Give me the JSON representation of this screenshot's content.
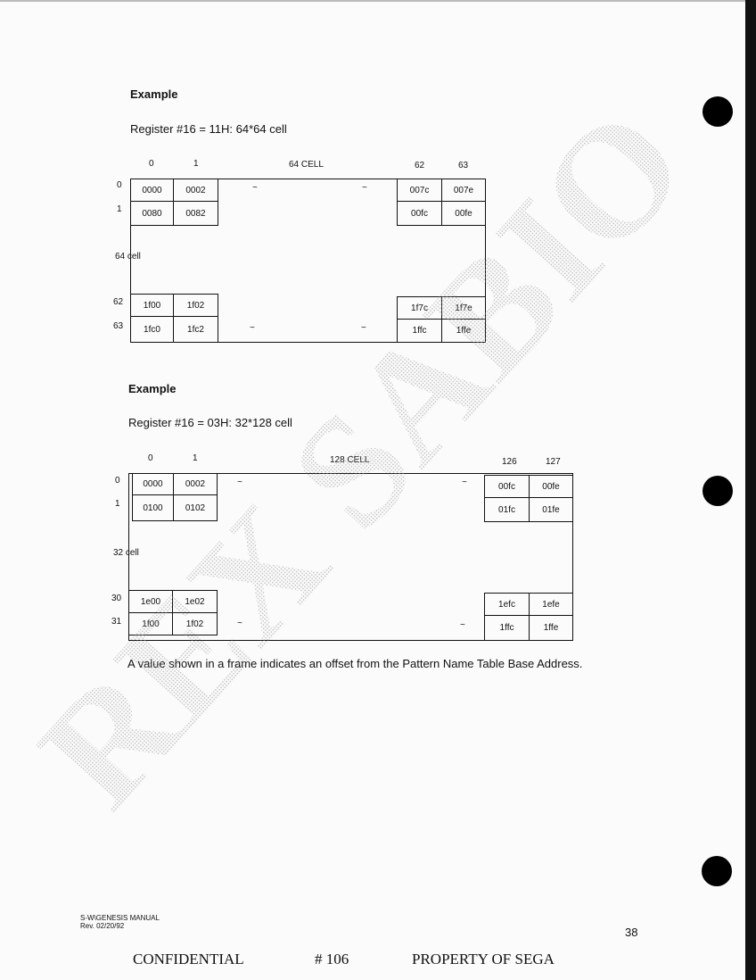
{
  "example1": {
    "heading": "Example",
    "register": "Register #16 = 11H: 64*64 cell",
    "col_labels": [
      "0",
      "1",
      "64 CELL",
      "62",
      "63"
    ],
    "row_labels": [
      "0",
      "1",
      "64 cell",
      "62",
      "63"
    ],
    "cells": {
      "r0c0": "0000",
      "r0c1": "0002",
      "r0c62": "007c",
      "r0c63": "007e",
      "r1c0": "0080",
      "r1c1": "0082",
      "r1c62": "00fc",
      "r1c63": "00fe",
      "r62c0": "1f00",
      "r62c1": "1f02",
      "r62c62": "1f7c",
      "r62c63": "1f7e",
      "r63c0": "1fc0",
      "r63c1": "1fc2",
      "r63c62": "1ffc",
      "r63c63": "1ffe"
    },
    "tilde": "~"
  },
  "example2": {
    "heading": "Example",
    "register": "Register #16 = 03H: 32*128 cell",
    "col_labels": [
      "0",
      "1",
      "128 CELL",
      "126",
      "127"
    ],
    "row_labels": [
      "0",
      "1",
      "32 cell",
      "30",
      "31"
    ],
    "cells": {
      "r0c0": "0000",
      "r0c1": "0002",
      "r0c126": "00fc",
      "r0c127": "00fe",
      "r1c0": "0100",
      "r1c1": "0102",
      "r1c126": "01fc",
      "r1c127": "01fe",
      "r30c0": "1e00",
      "r30c1": "1e02",
      "r30c126": "1efc",
      "r30c127": "1efe",
      "r31c0": "1f00",
      "r31c1": "1f02",
      "r31c126": "1ffc",
      "r31c127": "1ffe"
    },
    "tilde": "~"
  },
  "note": "A value shown in a frame indicates an offset from the Pattern Name Table Base Address.",
  "manual": {
    "title": "S-W\\GENESIS MANUAL",
    "rev": "Rev. 02/20/92"
  },
  "page_number": "38",
  "footer": {
    "left": "CONFIDENTIAL",
    "middle": "# 106",
    "right": "PROPERTY OF SEGA"
  },
  "watermark_text": "REX SABIO"
}
